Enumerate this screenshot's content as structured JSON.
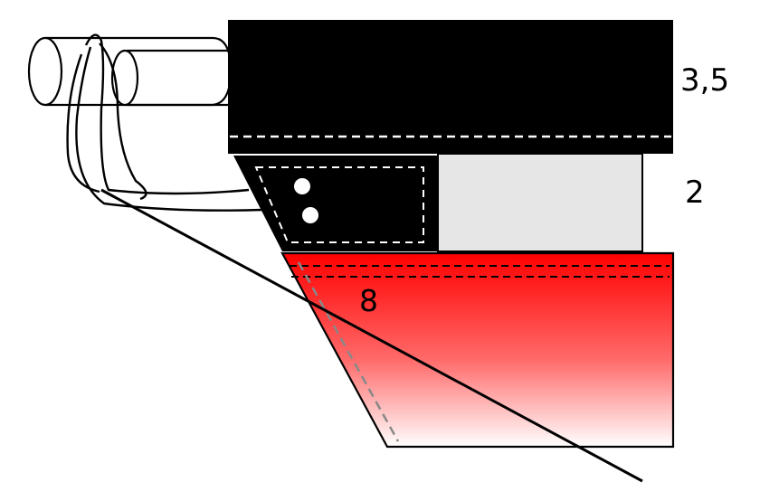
{
  "labels": {
    "top_band": "3,5",
    "middle_band": "2",
    "red_band": "8"
  },
  "colors": {
    "black_band": "#000000",
    "light_panel": "#e6e6e6",
    "red_top": "#ff0000",
    "red_bottom": "#ffffff",
    "stitching_light": "#ffffff",
    "stitching_dark": "#000000",
    "stitching_grey": "#888888",
    "outline": "#000000"
  },
  "icons": {
    "rod": "cylinder-rod-icon",
    "holes": "grommet-hole-icon"
  }
}
